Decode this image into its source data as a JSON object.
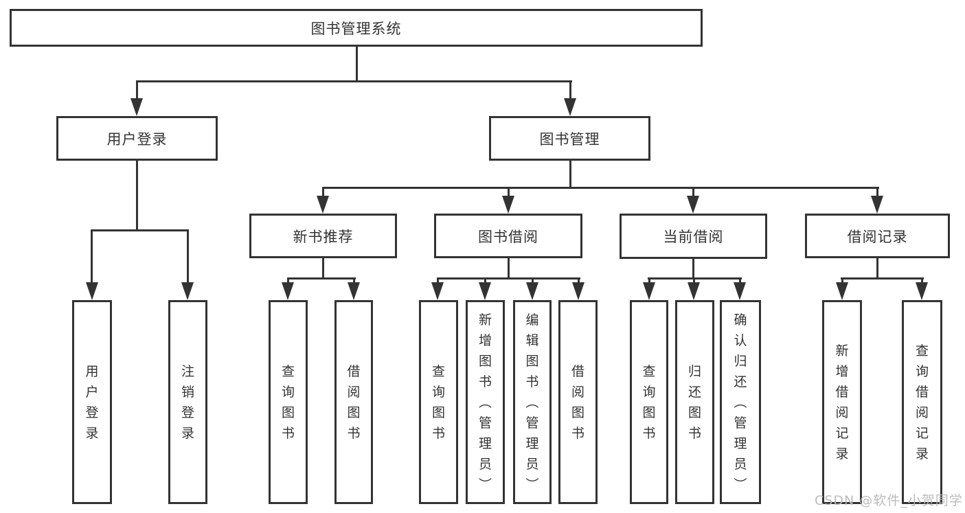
{
  "diagram_title": "图书管理系统",
  "watermark": "CSDN @软件_小贺同学",
  "colors": {
    "line": "#333333",
    "text": "#333333",
    "box_background": "#ffffff",
    "page_background": "#ffffff",
    "watermark": "#b8b8b8"
  },
  "nodes": {
    "root": {
      "label": "图书管理系统"
    },
    "level2": [
      {
        "label": "用户登录"
      },
      {
        "label": "图书管理"
      }
    ],
    "level3": [
      {
        "label": "新书推荐",
        "parent": "图书管理"
      },
      {
        "label": "图书借阅",
        "parent": "图书管理"
      },
      {
        "label": "当前借阅",
        "parent": "图书管理"
      },
      {
        "label": "借阅记录",
        "parent": "图书管理"
      }
    ],
    "leaves": [
      {
        "label": "用户登录",
        "parent": "用户登录"
      },
      {
        "label": "注销登录",
        "parent": "用户登录"
      },
      {
        "label": "查询图书",
        "parent": "新书推荐"
      },
      {
        "label": "借阅图书",
        "parent": "新书推荐"
      },
      {
        "label": "查询图书",
        "parent": "图书借阅"
      },
      {
        "label": "新增图书（管理员）",
        "parent": "图书借阅"
      },
      {
        "label": "编辑图书（管理员）",
        "parent": "图书借阅"
      },
      {
        "label": "借阅图书",
        "parent": "图书借阅"
      },
      {
        "label": "查询图书",
        "parent": "当前借阅"
      },
      {
        "label": "归还图书",
        "parent": "当前借阅"
      },
      {
        "label": "确认归还（管理员）",
        "parent": "当前借阅"
      },
      {
        "label": "新增借阅记录",
        "parent": "借阅记录"
      },
      {
        "label": "查询借阅记录",
        "parent": "借阅记录"
      }
    ]
  }
}
